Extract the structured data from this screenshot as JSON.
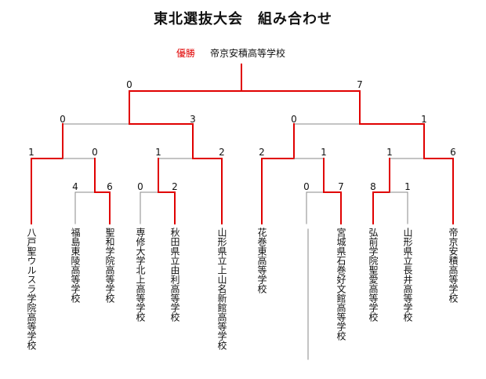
{
  "title": "東北選抜大会　組み合わせ",
  "champion": {
    "label": "優勝",
    "team": "帝京安積高等学校"
  },
  "colors": {
    "winner": "#e00000",
    "line": "#888888",
    "text": "#111111"
  },
  "teams": [
    "八戸聖ウルスラ学院高等学校",
    "福島東陵高等学校",
    "聖和学院高等学校",
    "専修大学北上高等学校",
    "秋田県立由利高等学校",
    "山形県立上山名新館高等学校",
    "花巻東高等学校",
    "",
    "宮城県石巻好文館高等学校",
    "弘前学院聖愛高等学校",
    "山形県立長井高等学校",
    "帝京安積高等学校"
  ],
  "scores": {
    "r1_a": [
      "4",
      "6"
    ],
    "r1_b": [
      "0",
      "2"
    ],
    "r1_c": [
      "0",
      "7"
    ],
    "r1_d": [
      "8",
      "1"
    ],
    "r2_a": [
      "1",
      "0"
    ],
    "r2_b": [
      "1",
      "2"
    ],
    "r2_c": [
      "2",
      "1"
    ],
    "r2_d": [
      "1",
      "6"
    ],
    "qf_left": [
      "0",
      "3"
    ],
    "qf_right": [
      "0",
      "1"
    ],
    "final": [
      "0",
      "7"
    ]
  }
}
